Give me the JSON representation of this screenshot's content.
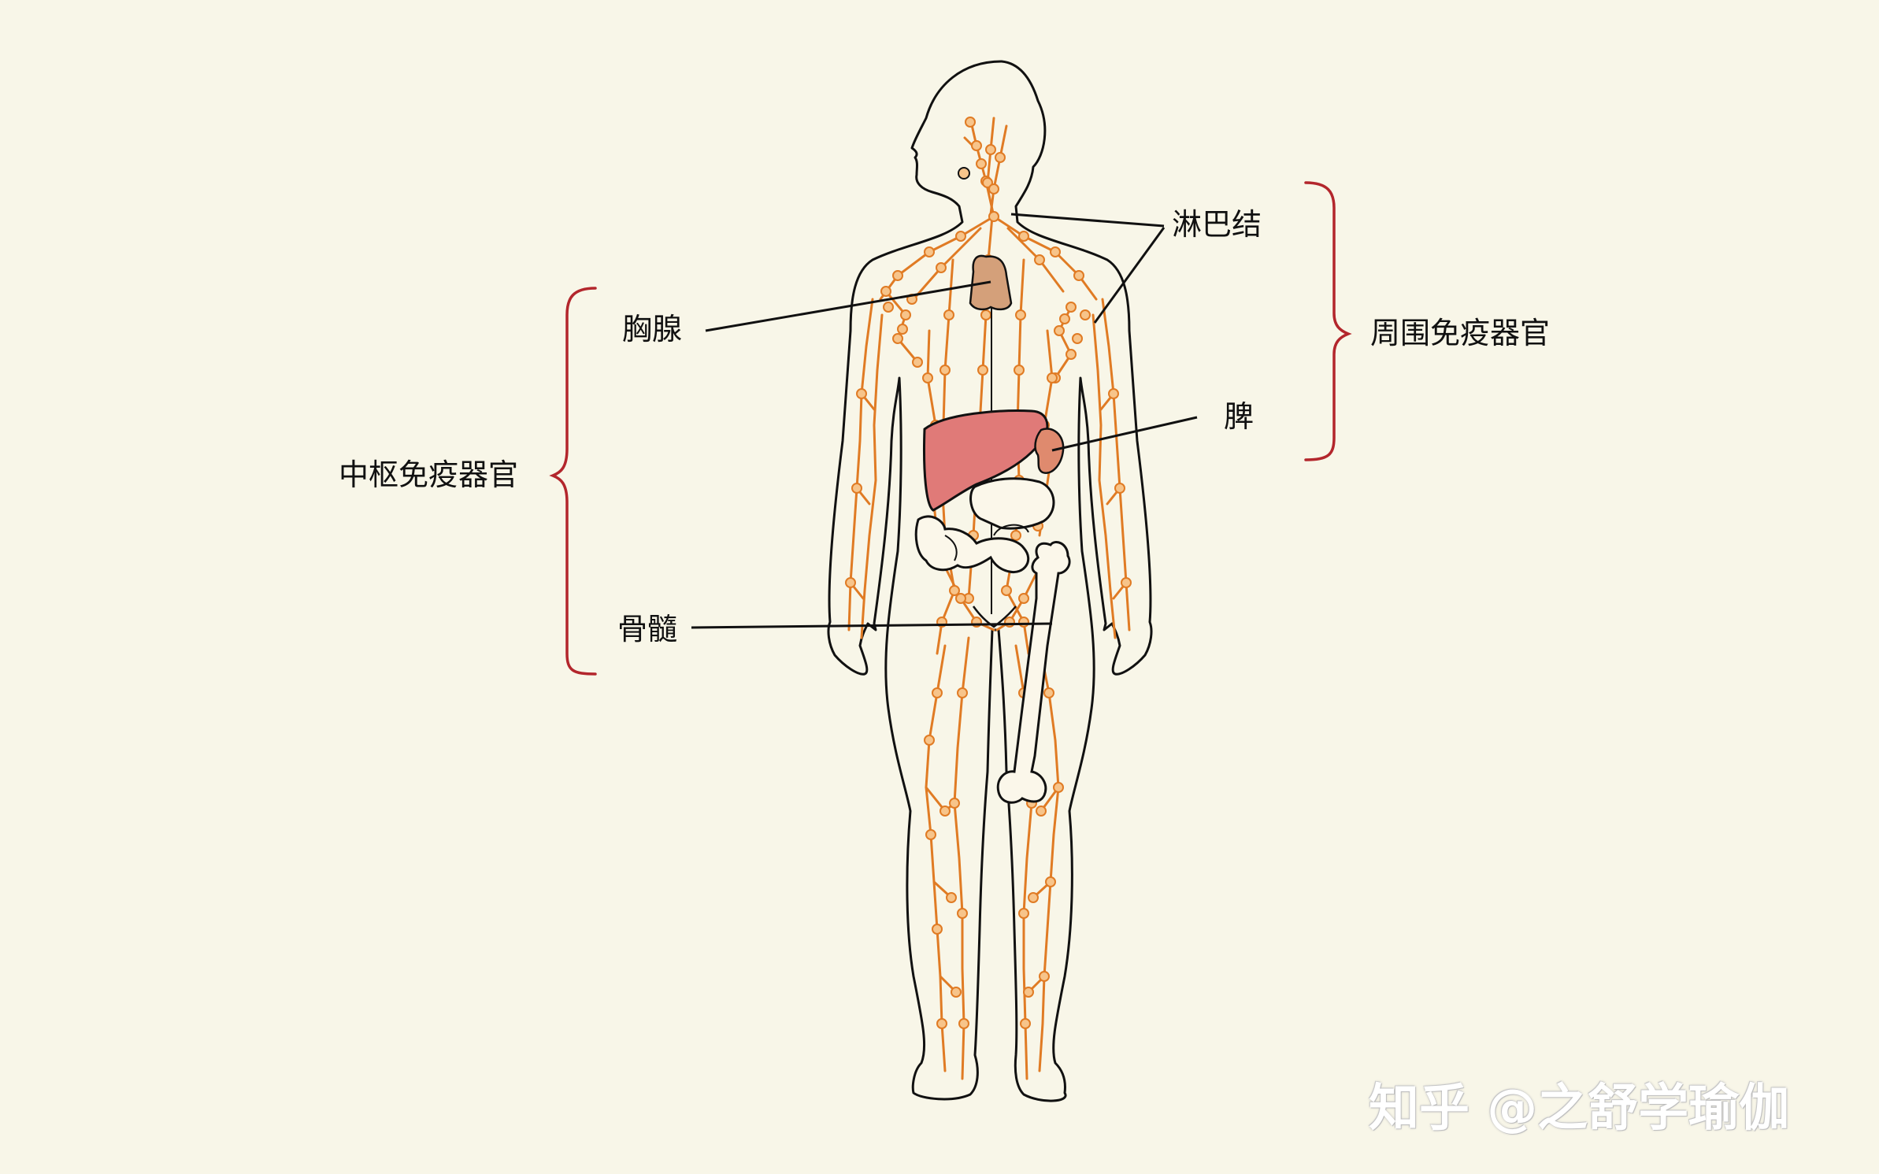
{
  "labels": {
    "lymph_nodes": "淋巴结",
    "thymus": "胸腺",
    "spleen": "脾",
    "bone_marrow": "骨髓",
    "peripheral_organs": "周围免疫器官",
    "central_organs": "中枢免疫器官"
  },
  "watermark": {
    "text": "知乎 @之舒学瑜伽"
  },
  "colors": {
    "background": "#f8f6e8",
    "body_outline": "#111111",
    "lymph_vessel": "#e07b24",
    "lymph_node_fill": "#f7c48a",
    "thymus": "#d4a07a",
    "liver": "#e07a78",
    "spleen": "#df8a6e",
    "bracket": "#b3262c"
  }
}
